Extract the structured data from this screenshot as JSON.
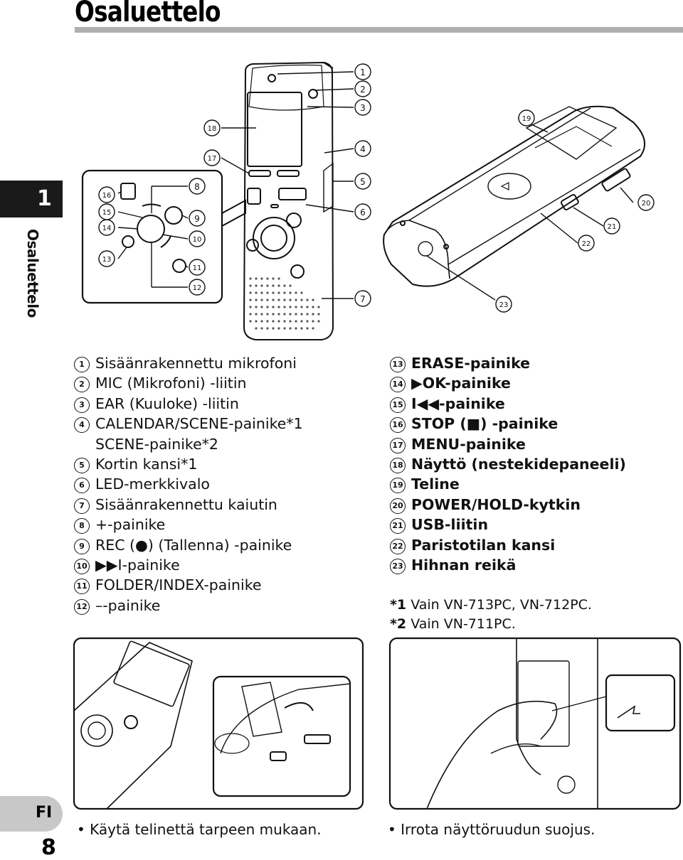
{
  "header": {
    "title": "Osaluettelo"
  },
  "chapter": {
    "number": "1",
    "side_label": "Osaluettelo"
  },
  "callouts": [
    "1",
    "2",
    "3",
    "4",
    "5",
    "6",
    "7",
    "8",
    "9",
    "10",
    "11",
    "12",
    "13",
    "14",
    "15",
    "16",
    "17",
    "18",
    "19",
    "20",
    "21",
    "22",
    "23"
  ],
  "parts_left": [
    {
      "n": "1",
      "text": "Sisäänrakennettu mikrofoni",
      "bold": false
    },
    {
      "n": "2",
      "text": "MIC (Mikrofoni) -liitin",
      "bold": false
    },
    {
      "n": "3",
      "text": "EAR (Kuuloke) -liitin",
      "bold": false
    },
    {
      "n": "4",
      "text": "CALENDAR/SCENE-painike*1",
      "bold": false
    },
    {
      "n": "",
      "text": "SCENE-painike*2",
      "bold": false
    },
    {
      "n": "5",
      "text": "Kortin kansi*1",
      "bold": false
    },
    {
      "n": "6",
      "text": "LED-merkkivalo",
      "bold": false
    },
    {
      "n": "7",
      "text": "Sisäänrakennettu kaiutin",
      "bold": false
    },
    {
      "n": "8",
      "text": "+-painike",
      "bold": false
    },
    {
      "n": "9",
      "text": "REC (●) (Tallenna) -painike",
      "bold": false
    },
    {
      "n": "10",
      "text": "▶▶I-painike",
      "bold": false
    },
    {
      "n": "11",
      "text": "FOLDER/INDEX-painike",
      "bold": false
    },
    {
      "n": "12",
      "text": "–-painike",
      "bold": false
    }
  ],
  "parts_right": [
    {
      "n": "13",
      "text": "ERASE-painike",
      "bold": true
    },
    {
      "n": "14",
      "text": "▶OK-painike",
      "bold": true
    },
    {
      "n": "15",
      "text": "I◀◀-painike",
      "bold": true
    },
    {
      "n": "16",
      "text": "STOP (■) -painike",
      "bold": true
    },
    {
      "n": "17",
      "text": "MENU-painike",
      "bold": true
    },
    {
      "n": "18",
      "text": "Näyttö (nestekidepaneeli)",
      "bold": true
    },
    {
      "n": "19",
      "text": "Teline",
      "bold": true
    },
    {
      "n": "20",
      "text": "POWER/HOLD-kytkin",
      "bold": true
    },
    {
      "n": "21",
      "text": "USB-liitin",
      "bold": true
    },
    {
      "n": "22",
      "text": "Paristotilan kansi",
      "bold": true
    },
    {
      "n": "23",
      "text": "Hihnan reikä",
      "bold": true
    }
  ],
  "notes": [
    {
      "mark": "*1",
      "text": "Vain VN-713PC, VN-712PC."
    },
    {
      "mark": "*2",
      "text": "Vain VN-711PC."
    }
  ],
  "captions": {
    "left": "•   Käytä telinettä tarpeen mukaan.",
    "right": "•   Irrota näyttöruudun suojus."
  },
  "footer": {
    "lang": "FI",
    "page": "8"
  }
}
